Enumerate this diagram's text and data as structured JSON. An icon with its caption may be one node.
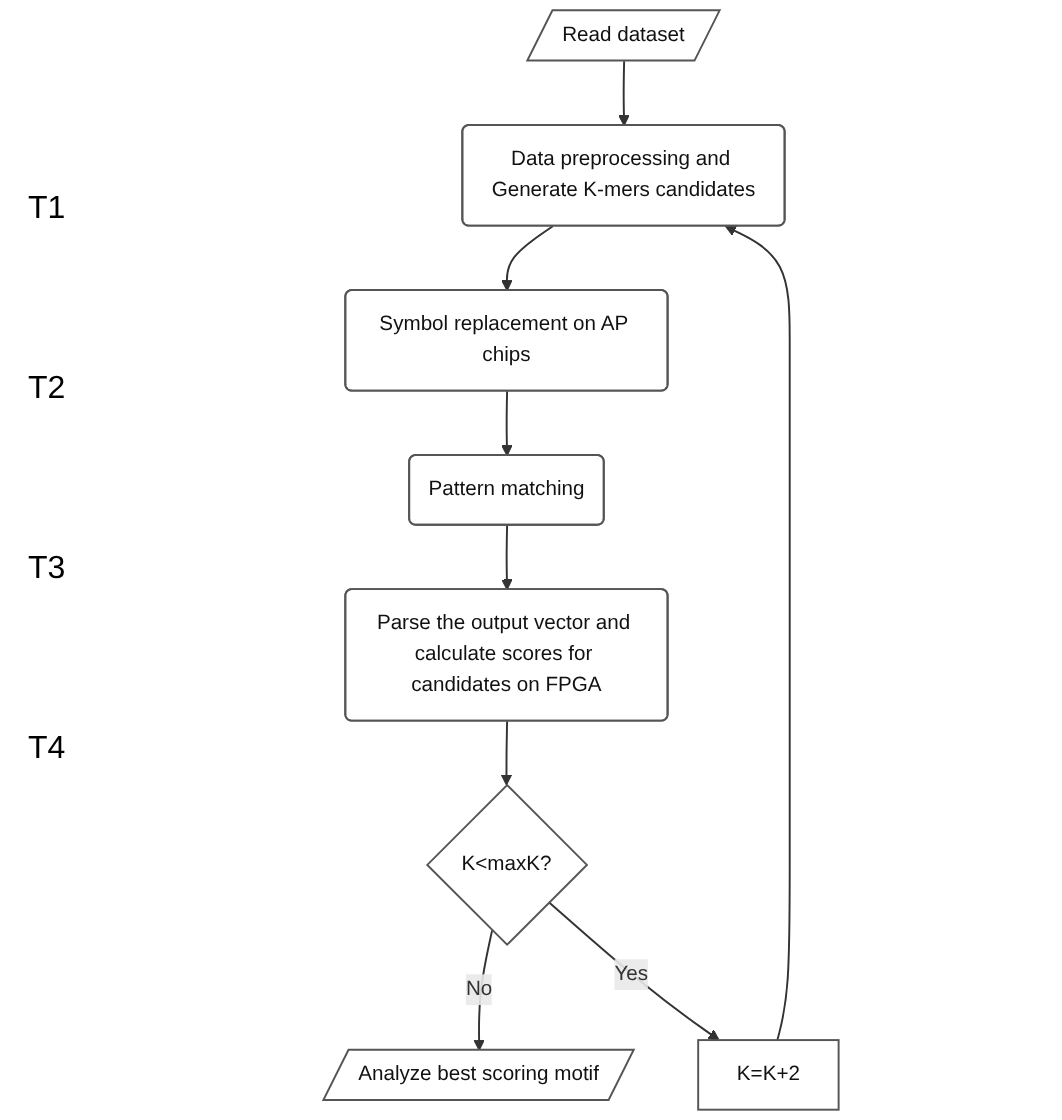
{
  "diagram": {
    "nodes": [
      {
        "text": [
          "Read dataset"
        ]
      },
      {
        "text": [
          "Data preprocessing and Generate K-mers candidates"
        ]
      },
      {
        "text": [
          "Symbol replacement on AP chips"
        ]
      },
      {
        "text": [
          "Pattern matching"
        ]
      },
      {
        "text": [
          "Parse the output vector and calculate scores for candidates on FPGA"
        ]
      },
      {
        "text": [
          "K<maxK?"
        ]
      },
      {
        "text": [
          "Analyze best scoring motif"
        ]
      },
      {
        "text": [
          "K=K+2"
        ]
      }
    ],
    "edges": [
      {
        "from": 0,
        "to": 1,
        "arrow": "to"
      },
      {
        "from": 1,
        "to": 2,
        "arrow": "to"
      },
      {
        "from": 2,
        "to": 3,
        "arrow": "to"
      },
      {
        "from": 3,
        "to": 4,
        "arrow": "to"
      },
      {
        "from": 4,
        "to": 5,
        "arrow": "to"
      },
      {
        "from": 5,
        "to": 6,
        "label": "No",
        "arrow": "to"
      },
      {
        "from": 5,
        "to": 7,
        "label": "Yes",
        "arrow": "to"
      },
      {
        "from": 7,
        "to": 1,
        "arrow": "to"
      }
    ],
    "labels": [
      "T1",
      "T2",
      "T3",
      "T4"
    ]
  }
}
